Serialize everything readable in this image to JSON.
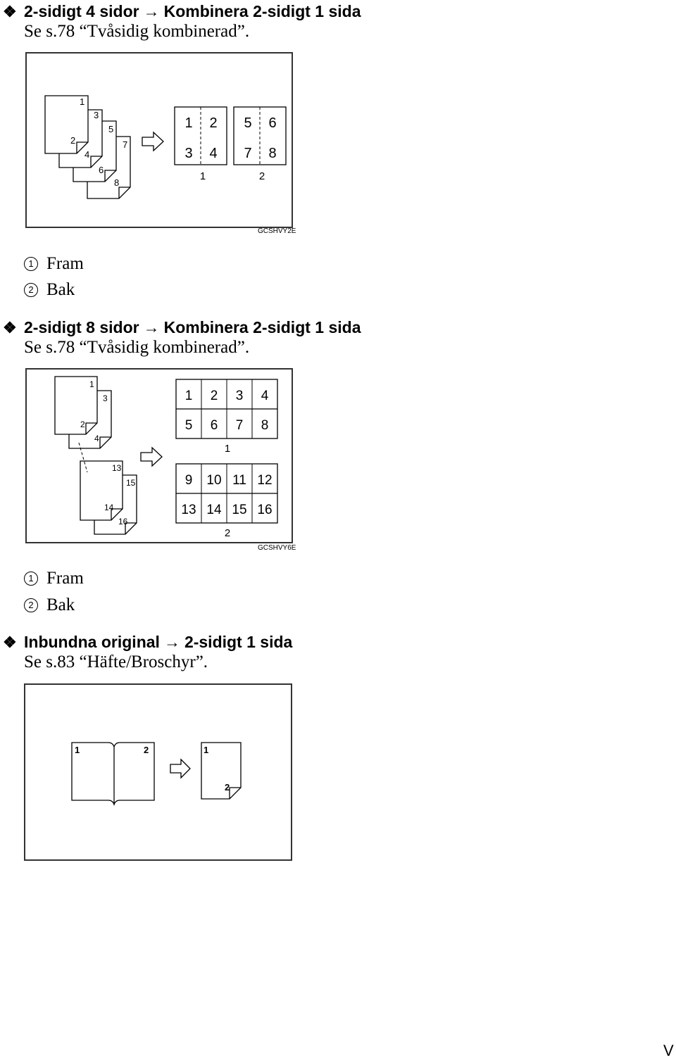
{
  "sections": [
    {
      "diamond": "❖",
      "title_from": "2-sidigt 4 sidor",
      "arrow": "→",
      "title_to": "Kombinera 2-sidigt 1 sida",
      "reference": "Se s.78 “Tvåsidig kombinerad”.",
      "figure_code": "GCSHVY2E",
      "source_pages": [
        "1",
        "2",
        "3",
        "4",
        "5",
        "6",
        "7",
        "8"
      ],
      "sheet_a_cells": [
        "1",
        "2",
        "3",
        "4"
      ],
      "sheet_b_cells": [
        "5",
        "6",
        "7",
        "8"
      ],
      "sheet_a_label": "1",
      "sheet_b_label": "2",
      "legend": [
        {
          "num": "1",
          "text": "Fram"
        },
        {
          "num": "2",
          "text": "Bak"
        }
      ]
    },
    {
      "diamond": "❖",
      "title_from": "2-sidigt 8 sidor",
      "arrow": "→",
      "title_to": "Kombinera 2-sidigt 1 sida",
      "reference": "Se s.78 “Tvåsidig kombinerad”.",
      "figure_code": "GCSHVY6E",
      "source_pages": [
        "1",
        "2",
        "3",
        "4",
        "13",
        "14",
        "15",
        "16"
      ],
      "sheet_a_cells": [
        "1",
        "2",
        "3",
        "4",
        "5",
        "6",
        "7",
        "8"
      ],
      "sheet_b_cells": [
        "9",
        "10",
        "11",
        "12",
        "13",
        "14",
        "15",
        "16"
      ],
      "sheet_a_label": "1",
      "sheet_b_label": "2",
      "legend": [
        {
          "num": "1",
          "text": "Fram"
        },
        {
          "num": "2",
          "text": "Bak"
        }
      ]
    },
    {
      "diamond": "❖",
      "title_from": "Inbundna original",
      "arrow": "→",
      "title_to": "2-sidigt 1 sida",
      "reference": "Se s.83 “Häfte/Broschyr”.",
      "book_pages": [
        "1",
        "2"
      ],
      "output_pages": [
        "1",
        "2"
      ]
    }
  ],
  "page_number": "V"
}
